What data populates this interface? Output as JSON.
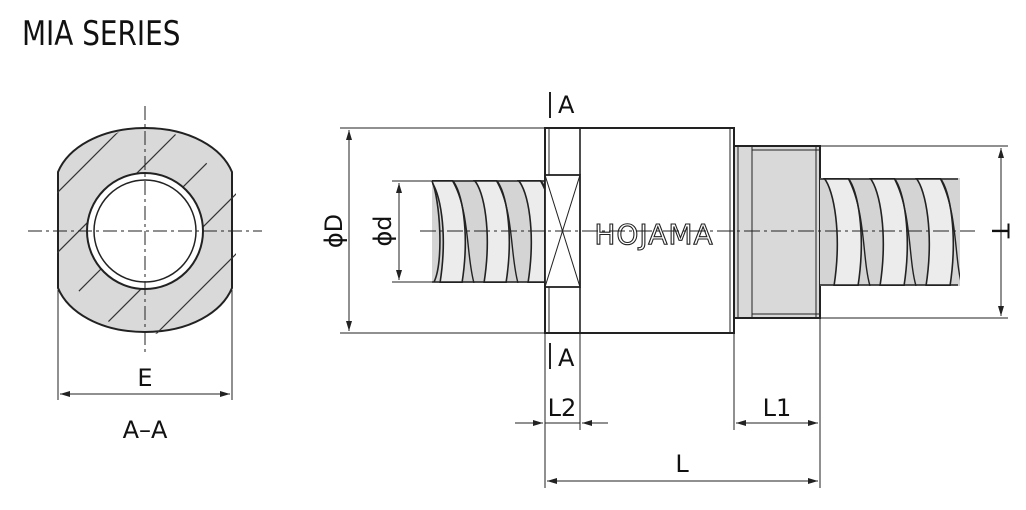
{
  "title": "MIA SERIES",
  "brand": "HOJAMA",
  "section_view": {
    "width_label": "E",
    "caption": "A–A"
  },
  "side_view": {
    "section_mark_top": "A",
    "section_mark_bottom": "A",
    "outer_diameter_label": "ϕD",
    "screw_diameter_label": "ϕd",
    "thread_diameter_label": "T",
    "flange_length_label": "L2",
    "thread_length_label": "L1",
    "total_length_label": "L"
  },
  "colors": {
    "body_fill": "#d9d9d9",
    "line": "#222222"
  }
}
